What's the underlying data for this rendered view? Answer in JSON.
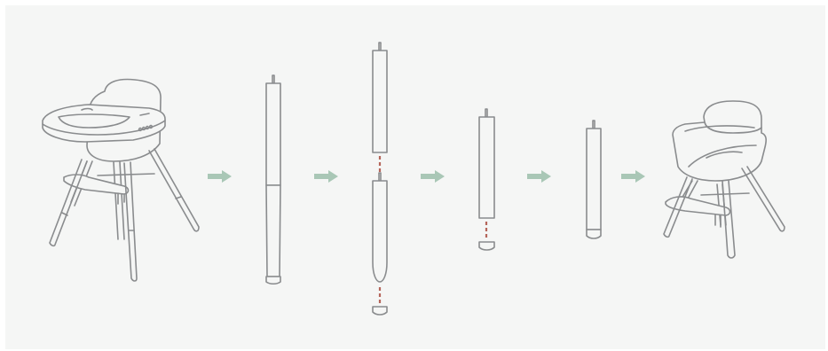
{
  "figure": {
    "steps": [
      {
        "name": "high-chair"
      },
      {
        "name": "assembled-leg"
      },
      {
        "name": "leg-separated-with-foot-cap"
      },
      {
        "name": "upper-leg-section-with-foot-cap"
      },
      {
        "name": "short-leg-assembled"
      },
      {
        "name": "low-chair"
      }
    ],
    "colors": {
      "background": "#f5f6f5",
      "line": "#8a8c8e",
      "arrow": "#a9c7b6",
      "dashed_guide": "#b5655a"
    },
    "icons": [
      "arrow-right-icon"
    ]
  }
}
